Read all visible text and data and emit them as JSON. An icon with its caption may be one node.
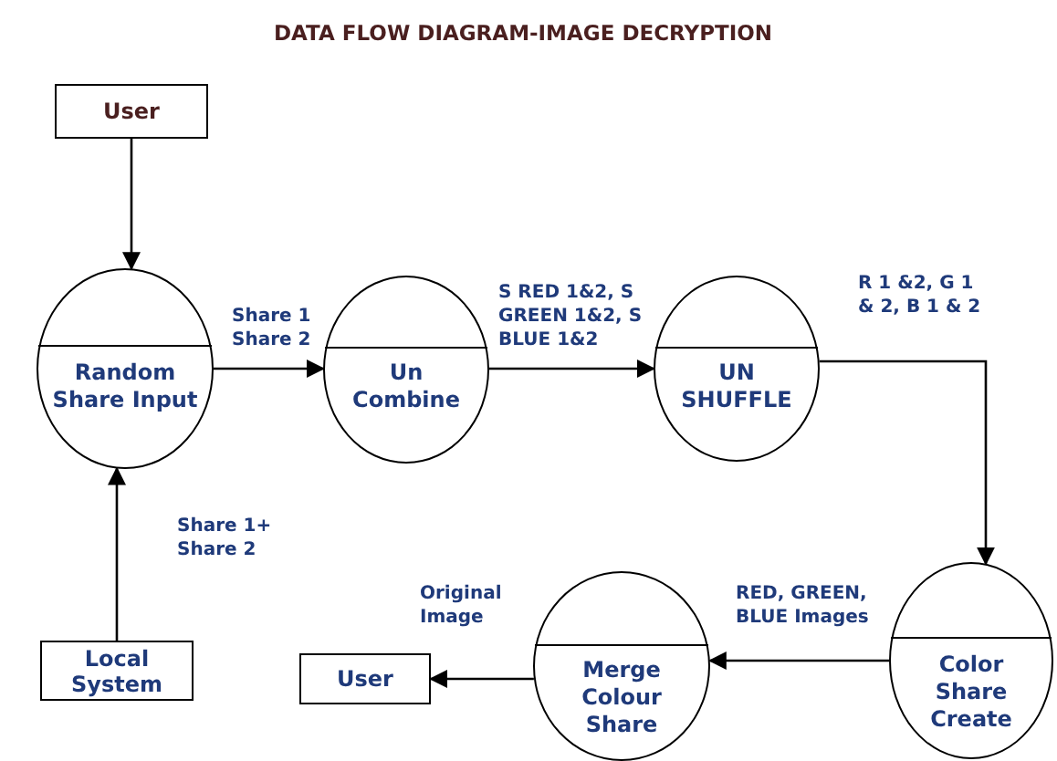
{
  "diagram": {
    "title": "DATA FLOW DIAGRAM-IMAGE DECRYPTION",
    "nodes": [
      {
        "text": [
          "User"
        ]
      },
      {
        "text": [
          "Random Share Input"
        ]
      },
      {
        "text": [
          "Un Combine"
        ]
      },
      {
        "text": [
          "UN SHUFFLE"
        ]
      },
      {
        "text": [
          "Local System"
        ]
      },
      {
        "text": [
          "User"
        ]
      },
      {
        "text": [
          "Merge Colour Share"
        ]
      },
      {
        "text": [
          "Color Share Create"
        ]
      }
    ],
    "edges": [
      {
        "from": 0,
        "to": 1,
        "arrow": "to"
      },
      {
        "from": 4,
        "to": 1,
        "arrow": "to",
        "label": "Share 1+ Share 2"
      },
      {
        "from": 1,
        "to": 2,
        "arrow": "to",
        "label": "Share 1 Share 2"
      },
      {
        "from": 2,
        "to": 3,
        "arrow": "to",
        "label": "S RED 1&2, S GREEN 1&2, S BLUE 1&2"
      },
      {
        "from": 3,
        "to": 7,
        "arrow": "to",
        "label": "R 1 &2, G 1 & 2, B 1 & 2"
      },
      {
        "from": 7,
        "to": 6,
        "arrow": "to",
        "label": "RED, GREEN, BLUE Images"
      },
      {
        "from": 6,
        "to": 5,
        "arrow": "to",
        "label": "Original Image"
      }
    ]
  }
}
